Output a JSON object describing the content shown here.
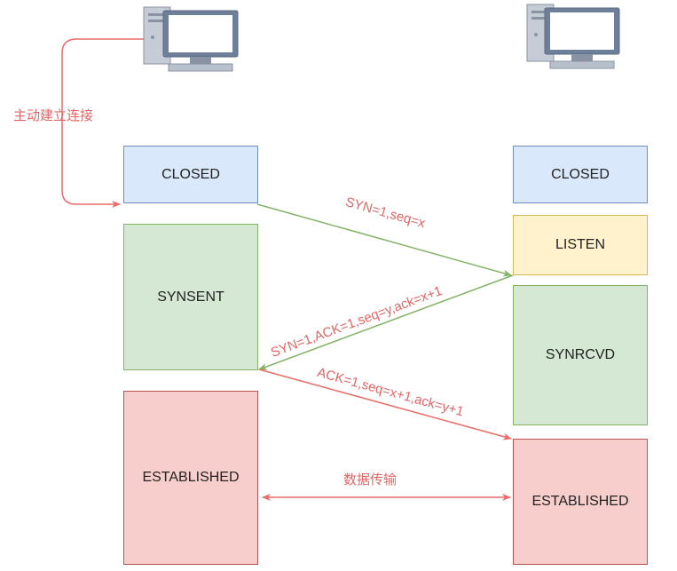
{
  "colors": {
    "blue_fill": "#dae8fc",
    "blue_stroke": "#6c8ebf",
    "green_fill": "#d5e8d4",
    "green_stroke": "#82b366",
    "yellow_fill": "#fff2cc",
    "yellow_stroke": "#d6b656",
    "red_fill": "#f8cecc",
    "red_stroke": "#b85450",
    "red_line": "#ea6b66",
    "green_line": "#82b366",
    "label_red": "#e06666"
  },
  "client": {
    "icon": "desktop-computer-icon",
    "note": "主动建立连接",
    "states": {
      "closed": "CLOSED",
      "synsent": "SYNSENT",
      "established": "ESTABLISHED"
    }
  },
  "server": {
    "icon": "desktop-computer-icon",
    "states": {
      "closed": "CLOSED",
      "listen": "LISTEN",
      "synrcvd": "SYNRCVD",
      "established": "ESTABLISHED"
    }
  },
  "messages": {
    "syn": "SYN=1,seq=x",
    "syn_ack": "SYN=1,ACK=1,seq=y,ack=x+1",
    "ack": "ACK=1,seq=x+1,ack=y+1",
    "data": "数据传输"
  }
}
